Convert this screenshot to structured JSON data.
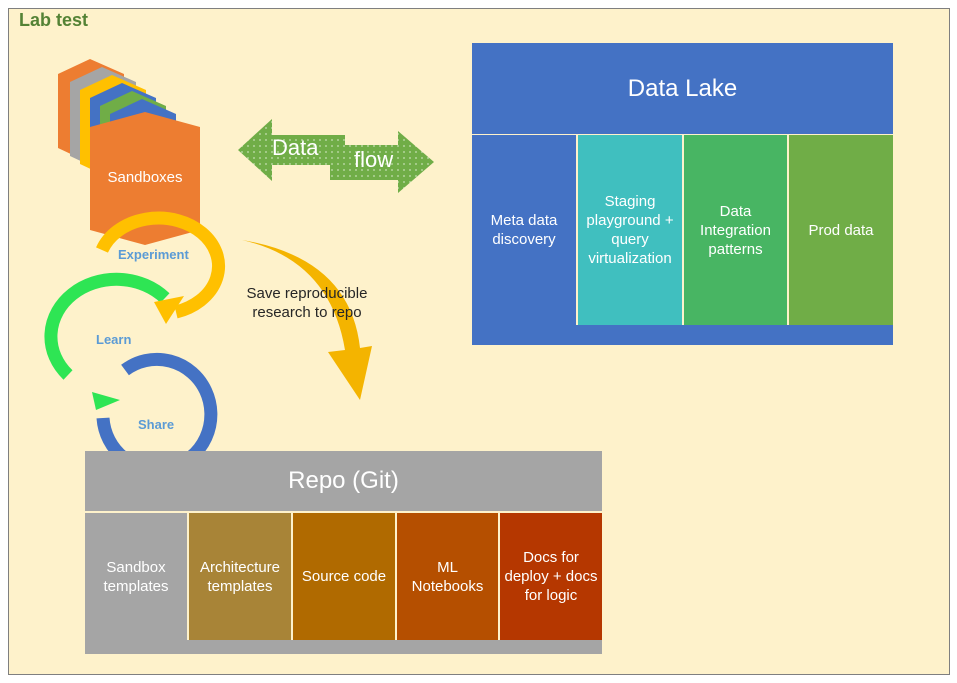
{
  "lab_title": "Lab test",
  "sandboxes": {
    "label": "Sandboxes"
  },
  "cycle": {
    "experiment": "Experiment",
    "learn": "Learn",
    "share": "Share"
  },
  "data_flow": {
    "word1": "Data",
    "word2": "flow"
  },
  "save_note": "Save reproducible research to repo",
  "data_lake": {
    "title": "Data Lake",
    "columns": [
      {
        "label": "Meta data discovery",
        "color": "#4472c4"
      },
      {
        "label": "Staging playground + query virtualization",
        "color": "#40bfbf"
      },
      {
        "label": "Data Integration patterns",
        "color": "#48b563"
      },
      {
        "label": "Prod data",
        "color": "#70ad47"
      }
    ]
  },
  "repo": {
    "title": "Repo (Git)",
    "columns": [
      {
        "label": "Sandbox templates",
        "color": "#a5a5a5"
      },
      {
        "label": "Architecture templates",
        "color": "#a88437"
      },
      {
        "label": "Source code",
        "color": "#b06a00"
      },
      {
        "label": "ML Notebooks",
        "color": "#b54f00"
      },
      {
        "label": "Docs for deploy + docs for logic",
        "color": "#b53700"
      }
    ]
  }
}
